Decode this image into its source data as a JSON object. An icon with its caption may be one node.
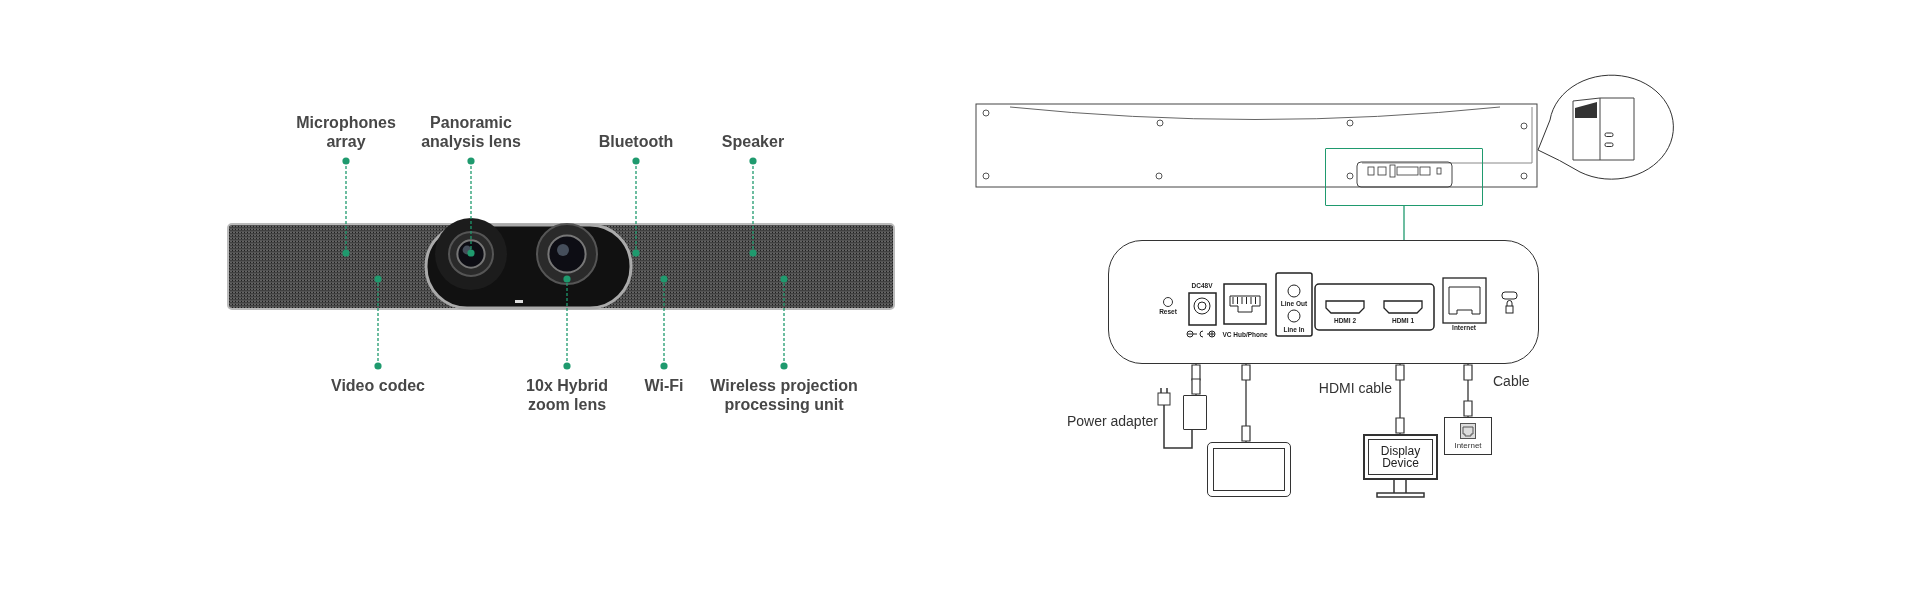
{
  "diagram": {
    "nodes": [
      {
        "text": [
          "Microphones array"
        ]
      },
      {
        "text": [
          "Panoramic analysis lens"
        ]
      },
      {
        "text": [
          "Bluetooth"
        ]
      },
      {
        "text": [
          "Speaker"
        ]
      },
      {
        "text": [
          "Video codec"
        ]
      },
      {
        "text": [
          "10x Hybrid zoom lens"
        ]
      },
      {
        "text": [
          "Wi-Fi"
        ]
      },
      {
        "text": [
          "Wireless projection processing unit"
        ]
      },
      {
        "text": [],
        "shape": "box"
      },
      {
        "text": [],
        "shape": "box"
      },
      {
        "text": [],
        "shape": "box",
        "beside": [
          "Power adapter"
        ]
      },
      {
        "text": [],
        "shape": "picture"
      },
      {
        "text": [
          "Display Device"
        ]
      },
      {
        "text": [
          "Internet"
        ]
      }
    ],
    "edges": [
      {
        "from": 0,
        "to": null,
        "arrow": "other",
        "style": "dashed"
      },
      {
        "from": 1,
        "to": null,
        "arrow": "other",
        "style": "dashed"
      },
      {
        "from": 2,
        "to": null,
        "arrow": "other",
        "style": "dashed"
      },
      {
        "from": 3,
        "to": null,
        "arrow": "other",
        "style": "dashed"
      },
      {
        "from": 4,
        "to": null,
        "arrow": "other",
        "style": "dashed"
      },
      {
        "from": 5,
        "to": null,
        "arrow": "other",
        "style": "dashed"
      },
      {
        "from": 6,
        "to": null,
        "arrow": "other",
        "style": "dashed"
      },
      {
        "from": 7,
        "to": null,
        "arrow": "other",
        "style": "dashed"
      },
      {
        "from": 9,
        "to": 8,
        "arrow": "none"
      },
      {
        "from": 8,
        "to": 10,
        "arrow": "other",
        "color": "#333333"
      },
      {
        "from": 8,
        "to": 11,
        "arrow": "other",
        "color": "#333333"
      },
      {
        "from": 8,
        "to": 12,
        "arrow": "other",
        "color": "#333333",
        "label": "HDMI cable"
      },
      {
        "from": 8,
        "to": 13,
        "arrow": "other",
        "color": "#333333",
        "label": "Cable"
      }
    ],
    "labels": [
      "Reset",
      "DC48V",
      "VC Hub/Phone",
      "Line Out",
      "Line In",
      "HDMI 2",
      "HDMI 1",
      "Internet"
    ]
  }
}
